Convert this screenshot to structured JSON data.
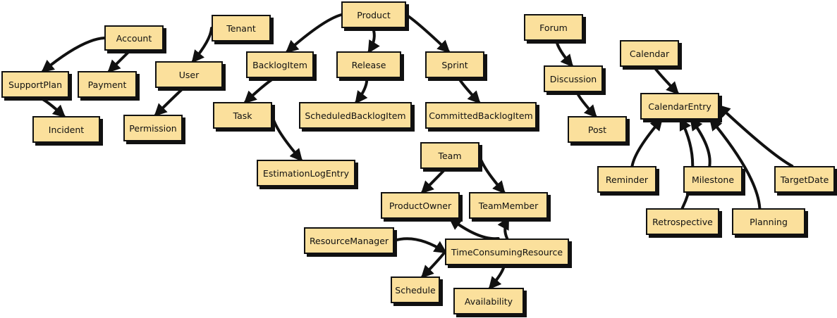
{
  "diagram": {
    "type": "entity-relationship-tree",
    "colors": {
      "node_fill": "#fbe09c",
      "stroke": "#111111",
      "background": "#ffffff"
    },
    "nodes": [
      {
        "id": "Account",
        "label": "Account"
      },
      {
        "id": "SupportPlan",
        "label": "SupportPlan"
      },
      {
        "id": "Payment",
        "label": "Payment"
      },
      {
        "id": "Incident",
        "label": "Incident"
      },
      {
        "id": "Tenant",
        "label": "Tenant"
      },
      {
        "id": "User",
        "label": "User"
      },
      {
        "id": "Permission",
        "label": "Permission"
      },
      {
        "id": "Product",
        "label": "Product"
      },
      {
        "id": "BacklogItem",
        "label": "BacklogItem"
      },
      {
        "id": "Release",
        "label": "Release"
      },
      {
        "id": "Sprint",
        "label": "Sprint"
      },
      {
        "id": "Task",
        "label": "Task"
      },
      {
        "id": "ScheduledBacklogItem",
        "label": "ScheduledBacklogItem"
      },
      {
        "id": "CommittedBacklogItem",
        "label": "CommittedBacklogItem"
      },
      {
        "id": "EstimationLogEntry",
        "label": "EstimationLogEntry"
      },
      {
        "id": "Team",
        "label": "Team"
      },
      {
        "id": "ProductOwner",
        "label": "ProductOwner"
      },
      {
        "id": "TeamMember",
        "label": "TeamMember"
      },
      {
        "id": "ResourceManager",
        "label": "ResourceManager"
      },
      {
        "id": "TimeConsumingResource",
        "label": "TimeConsumingResource"
      },
      {
        "id": "Schedule",
        "label": "Schedule"
      },
      {
        "id": "Availability",
        "label": "Availability"
      },
      {
        "id": "Forum",
        "label": "Forum"
      },
      {
        "id": "Discussion",
        "label": "Discussion"
      },
      {
        "id": "Post",
        "label": "Post"
      },
      {
        "id": "Calendar",
        "label": "Calendar"
      },
      {
        "id": "CalendarEntry",
        "label": "CalendarEntry"
      },
      {
        "id": "Reminder",
        "label": "Reminder"
      },
      {
        "id": "Milestone",
        "label": "Milestone"
      },
      {
        "id": "TargetDate",
        "label": "TargetDate"
      },
      {
        "id": "Retrospective",
        "label": "Retrospective"
      },
      {
        "id": "Planning",
        "label": "Planning"
      }
    ],
    "edges": [
      {
        "from": "Account",
        "to": "SupportPlan"
      },
      {
        "from": "Account",
        "to": "Payment"
      },
      {
        "from": "SupportPlan",
        "to": "Incident"
      },
      {
        "from": "Tenant",
        "to": "User"
      },
      {
        "from": "User",
        "to": "Permission"
      },
      {
        "from": "Product",
        "to": "BacklogItem"
      },
      {
        "from": "Product",
        "to": "Release"
      },
      {
        "from": "Product",
        "to": "Sprint"
      },
      {
        "from": "BacklogItem",
        "to": "Task"
      },
      {
        "from": "Release",
        "to": "ScheduledBacklogItem"
      },
      {
        "from": "Sprint",
        "to": "CommittedBacklogItem"
      },
      {
        "from": "Task",
        "to": "EstimationLogEntry"
      },
      {
        "from": "Team",
        "to": "ProductOwner"
      },
      {
        "from": "Team",
        "to": "TeamMember"
      },
      {
        "from": "TimeConsumingResource",
        "to": "ProductOwner"
      },
      {
        "from": "TimeConsumingResource",
        "to": "TeamMember"
      },
      {
        "from": "ResourceManager",
        "to": "TimeConsumingResource"
      },
      {
        "from": "TimeConsumingResource",
        "to": "Schedule"
      },
      {
        "from": "TimeConsumingResource",
        "to": "Availability"
      },
      {
        "from": "Forum",
        "to": "Discussion"
      },
      {
        "from": "Discussion",
        "to": "Post"
      },
      {
        "from": "Calendar",
        "to": "CalendarEntry"
      },
      {
        "from": "Reminder",
        "to": "CalendarEntry"
      },
      {
        "from": "Retrospective",
        "to": "CalendarEntry"
      },
      {
        "from": "Milestone",
        "to": "CalendarEntry"
      },
      {
        "from": "Planning",
        "to": "CalendarEntry"
      },
      {
        "from": "TargetDate",
        "to": "CalendarEntry"
      }
    ]
  }
}
